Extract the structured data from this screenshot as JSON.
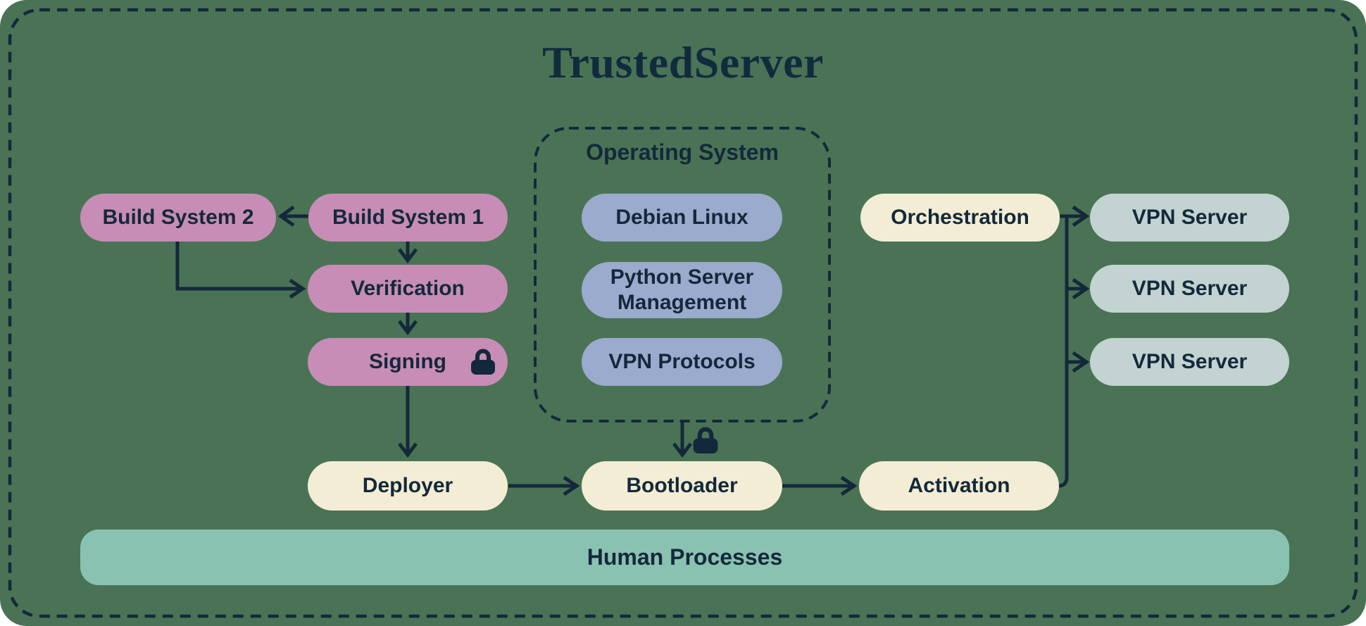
{
  "title": "TrustedServer",
  "os_group": {
    "label": "Operating System"
  },
  "nodes": {
    "build_system_2": {
      "label": "Build System 2"
    },
    "build_system_1": {
      "label": "Build System 1"
    },
    "verification": {
      "label": "Verification"
    },
    "signing": {
      "label": "Signing",
      "has_lock": true
    },
    "debian_linux": {
      "label": "Debian Linux"
    },
    "python_server_management": {
      "label": "Python Server Management"
    },
    "vpn_protocols": {
      "label": "VPN Protocols"
    },
    "deployer": {
      "label": "Deployer"
    },
    "bootloader": {
      "label": "Bootloader",
      "has_lock": true
    },
    "orchestration": {
      "label": "Orchestration"
    },
    "activation": {
      "label": "Activation"
    },
    "vpn_server_1": {
      "label": "VPN Server"
    },
    "vpn_server_2": {
      "label": "VPN Server"
    },
    "vpn_server_3": {
      "label": "VPN Server"
    },
    "human_processes": {
      "label": "Human Processes"
    }
  },
  "edges": [
    {
      "from": "build_system_1",
      "to": "build_system_2"
    },
    {
      "from": "build_system_1",
      "to": "verification"
    },
    {
      "from": "build_system_2",
      "to": "verification"
    },
    {
      "from": "verification",
      "to": "signing"
    },
    {
      "from": "signing",
      "to": "deployer"
    },
    {
      "from": "deployer",
      "to": "bootloader"
    },
    {
      "from": "operating_system",
      "to": "bootloader",
      "locked": true
    },
    {
      "from": "bootloader",
      "to": "activation"
    },
    {
      "from": "activation",
      "to": "vpn_servers_trunk"
    },
    {
      "from": "orchestration",
      "to": "vpn_server_1"
    },
    {
      "from": "vpn_servers_trunk",
      "to": "vpn_server_2"
    },
    {
      "from": "vpn_servers_trunk",
      "to": "vpn_server_3"
    }
  ],
  "colors": {
    "background": "#4a7355",
    "line": "#13293b",
    "text": "#13293b",
    "build_box": "#c78db6",
    "os_box": "#9aabce",
    "process_box": "#f2edd4",
    "vpn_box": "#c2d3d1",
    "human_band": "#8ac2b1"
  }
}
